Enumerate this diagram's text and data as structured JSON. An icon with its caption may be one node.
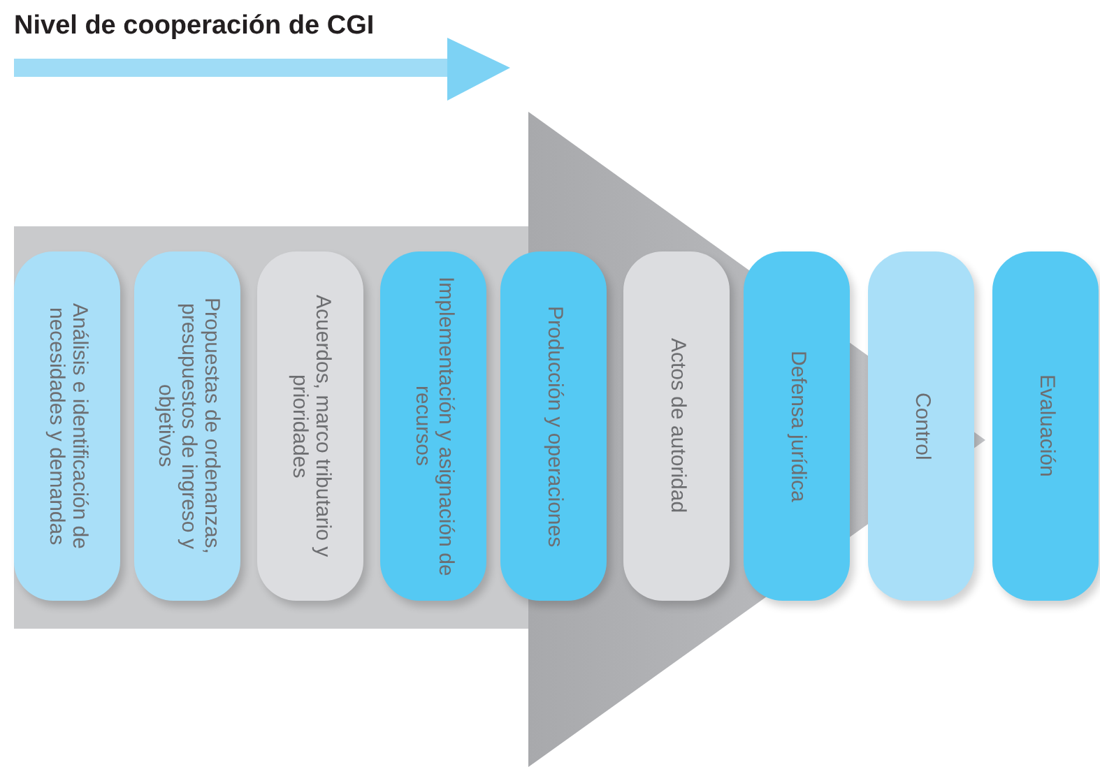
{
  "diagram": {
    "title": "Nivel de cooperación de CGI",
    "nodes": [
      {
        "text": [
          "Análisis e identificación de necesidades y demandas"
        ]
      },
      {
        "text": [
          "Propuestas de ordenanzas, presupuestos de ingreso y objetivos"
        ]
      },
      {
        "text": [
          "Acuerdos, marco tributario y prioridades"
        ]
      },
      {
        "text": [
          "Implementación y asignación de recursos"
        ]
      },
      {
        "text": [
          "Producción y operaciones"
        ]
      },
      {
        "text": [
          "Actos de autoridad"
        ]
      },
      {
        "text": [
          "Defensa jurídica"
        ]
      },
      {
        "text": [
          "Control"
        ]
      },
      {
        "text": [
          "Evaluación"
        ]
      }
    ]
  }
}
